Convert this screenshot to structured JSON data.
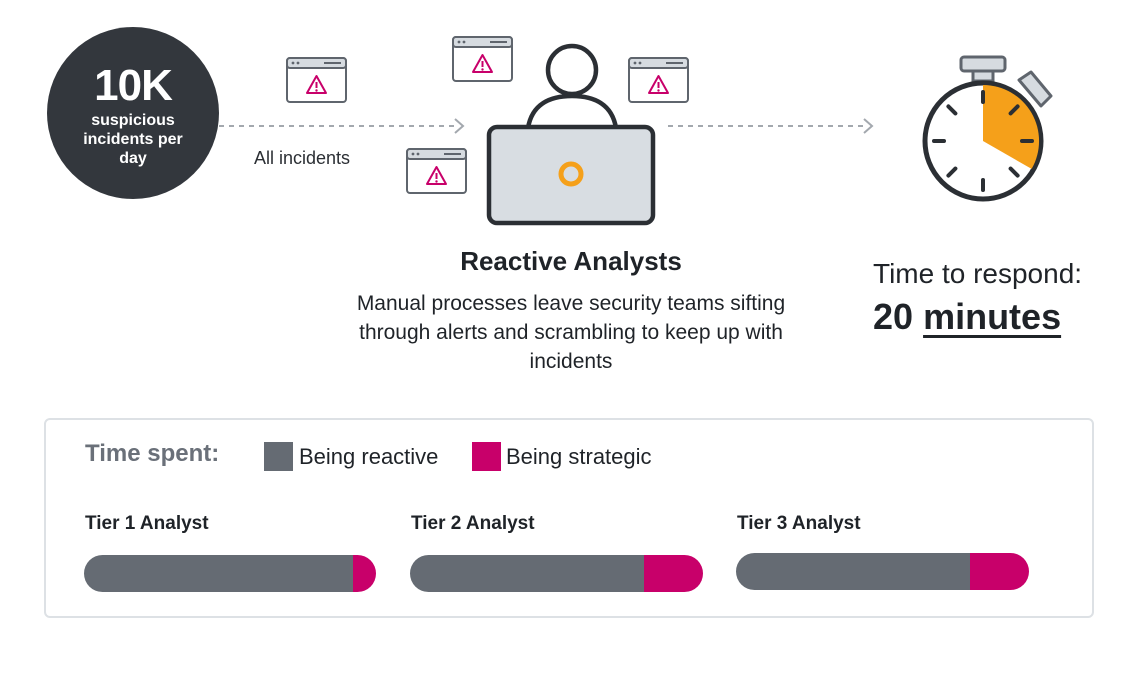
{
  "stat": {
    "number": "10K",
    "label": "suspicious incidents per day"
  },
  "flow": {
    "arrow_label": "All incidents"
  },
  "center": {
    "title": "Reactive Analysts",
    "description": "Manual processes leave security teams sifting through alerts and scrambling to keep up with incidents"
  },
  "respond": {
    "label": "Time to respond:",
    "value_number": "20",
    "value_unit": "minutes",
    "elapsed_fraction": 0.333
  },
  "legend": {
    "title": "Time spent:",
    "items": [
      {
        "label": "Being reactive",
        "color": "#656b73"
      },
      {
        "label": "Being strategic",
        "color": "#c8006a"
      }
    ]
  },
  "colors": {
    "dark": "#33373d",
    "accent_orange": "#f5a01a",
    "accent_magenta": "#c8006a",
    "reactive_gray": "#656b73"
  },
  "icons": [
    "alert-window-icon",
    "analyst-person-icon",
    "laptop-icon",
    "stopwatch-icon",
    "arrow-right-icon"
  ],
  "tiers": [
    {
      "label": "Tier 1 Analyst",
      "reactive_fraction": 0.92,
      "strategic_fraction": 0.08
    },
    {
      "label": "Tier 2 Analyst",
      "reactive_fraction": 0.8,
      "strategic_fraction": 0.2
    },
    {
      "label": "Tier 3 Analyst",
      "reactive_fraction": 0.8,
      "strategic_fraction": 0.2
    }
  ]
}
